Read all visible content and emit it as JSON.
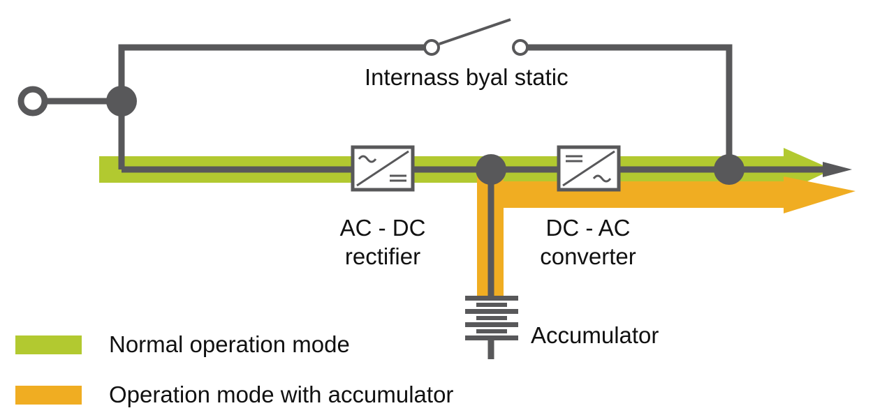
{
  "colors": {
    "wire": "#58585a",
    "normal_mode": "#b2c930",
    "accumulator_mode": "#f0ad22",
    "text": "#111111",
    "background": "#ffffff"
  },
  "labels": {
    "bypass": "Internass byal static",
    "rectifier_line1": "AC - DC",
    "rectifier_line2": "rectifier",
    "converter_line1": "DC - AC",
    "converter_line2": "converter",
    "accumulator": "Accumulator"
  },
  "legend": {
    "items": [
      {
        "label": "Normal operation mode",
        "color": "#b2c930"
      },
      {
        "label": "Operation mode with accumulator",
        "color": "#f0ad22"
      }
    ]
  },
  "icons": {
    "rectifier": "ac-dc-rectifier-icon",
    "converter": "dc-ac-converter-icon",
    "switch": "open-switch-icon",
    "battery": "battery-stack-icon"
  }
}
